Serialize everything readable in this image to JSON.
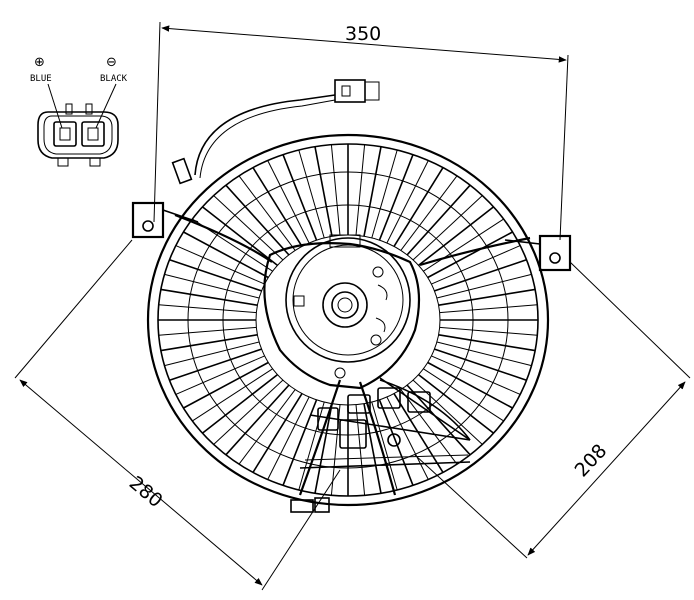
{
  "diagram": {
    "dimensions": {
      "top": "350",
      "bottom_left": "280",
      "right": "208"
    },
    "connector": {
      "plus_symbol": "⊕",
      "minus_symbol": "⊖",
      "plus_label": "BLUE",
      "minus_label": "BLACK"
    }
  }
}
